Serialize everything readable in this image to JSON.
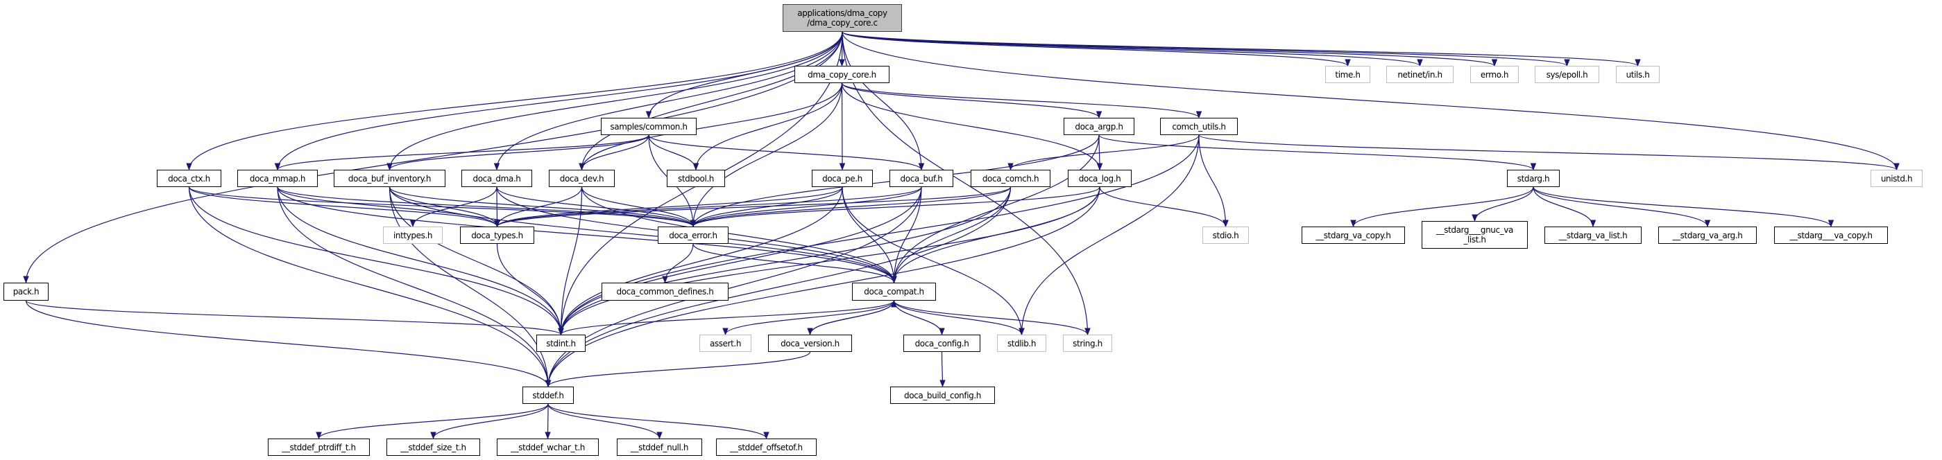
{
  "graph": {
    "edge_color": "#191970",
    "root_fill": "#bfbfbf",
    "external_border": "#bfbfbf",
    "nodes": [
      {
        "id": "root",
        "label": "applications/dma_copy\n/dma_copy_core.c",
        "kind": "root"
      },
      {
        "id": "dma_copy_core_h",
        "label": "dma_copy_core.h",
        "kind": "file"
      },
      {
        "id": "time_h",
        "label": "time.h",
        "kind": "external"
      },
      {
        "id": "netinet_in_h",
        "label": "netinet/in.h",
        "kind": "external"
      },
      {
        "id": "errno_h",
        "label": "errno.h",
        "kind": "external"
      },
      {
        "id": "sys_epoll_h",
        "label": "sys/epoll.h",
        "kind": "external"
      },
      {
        "id": "utils_h",
        "label": "utils.h",
        "kind": "external"
      },
      {
        "id": "samples_common_h",
        "label": "samples/common.h",
        "kind": "file"
      },
      {
        "id": "doca_argp_h",
        "label": "doca_argp.h",
        "kind": "file"
      },
      {
        "id": "comch_utils_h",
        "label": "comch_utils.h",
        "kind": "file"
      },
      {
        "id": "doca_ctx_h",
        "label": "doca_ctx.h",
        "kind": "file"
      },
      {
        "id": "doca_mmap_h",
        "label": "doca_mmap.h",
        "kind": "file"
      },
      {
        "id": "doca_buf_inventory_h",
        "label": "doca_buf_inventory.h",
        "kind": "file"
      },
      {
        "id": "doca_dma_h",
        "label": "doca_dma.h",
        "kind": "file"
      },
      {
        "id": "doca_dev_h",
        "label": "doca_dev.h",
        "kind": "file"
      },
      {
        "id": "stdbool_h",
        "label": "stdbool.h",
        "kind": "file"
      },
      {
        "id": "doca_pe_h",
        "label": "doca_pe.h",
        "kind": "file"
      },
      {
        "id": "doca_buf_h",
        "label": "doca_buf.h",
        "kind": "file"
      },
      {
        "id": "doca_comch_h",
        "label": "doca_comch.h",
        "kind": "file"
      },
      {
        "id": "doca_log_h",
        "label": "doca_log.h",
        "kind": "file"
      },
      {
        "id": "stdarg_h",
        "label": "stdarg.h",
        "kind": "file"
      },
      {
        "id": "unistd_h",
        "label": "unistd.h",
        "kind": "external"
      },
      {
        "id": "inttypes_h",
        "label": "inttypes.h",
        "kind": "external"
      },
      {
        "id": "doca_types_h",
        "label": "doca_types.h",
        "kind": "file"
      },
      {
        "id": "doca_error_h",
        "label": "doca_error.h",
        "kind": "file"
      },
      {
        "id": "stdio_h",
        "label": "stdio.h",
        "kind": "external"
      },
      {
        "id": "stdarg_va_copy_h",
        "label": "__stdarg_va_copy.h",
        "kind": "file"
      },
      {
        "id": "stdarg_gnuc_va_list_h",
        "label": "__stdarg___gnuc_va\n_list.h",
        "kind": "file"
      },
      {
        "id": "stdarg_va_list_h",
        "label": "__stdarg_va_list.h",
        "kind": "file"
      },
      {
        "id": "stdarg_va_arg_h",
        "label": "__stdarg_va_arg.h",
        "kind": "file"
      },
      {
        "id": "stdarg___va_copy_h",
        "label": "__stdarg___va_copy.h",
        "kind": "file"
      },
      {
        "id": "pack_h",
        "label": "pack.h",
        "kind": "file"
      },
      {
        "id": "doca_common_defines_h",
        "label": "doca_common_defines.h",
        "kind": "file"
      },
      {
        "id": "doca_compat_h",
        "label": "doca_compat.h",
        "kind": "file"
      },
      {
        "id": "stdint_h",
        "label": "stdint.h",
        "kind": "file"
      },
      {
        "id": "assert_h",
        "label": "assert.h",
        "kind": "external"
      },
      {
        "id": "doca_version_h",
        "label": "doca_version.h",
        "kind": "file"
      },
      {
        "id": "doca_config_h",
        "label": "doca_config.h",
        "kind": "file"
      },
      {
        "id": "stdlib_h",
        "label": "stdlib.h",
        "kind": "external"
      },
      {
        "id": "string_h",
        "label": "string.h",
        "kind": "external"
      },
      {
        "id": "stddef_h",
        "label": "stddef.h",
        "kind": "file"
      },
      {
        "id": "doca_build_config_h",
        "label": "doca_build_config.h",
        "kind": "file"
      },
      {
        "id": "stddef_ptrdiff_t_h",
        "label": "__stddef_ptrdiff_t.h",
        "kind": "file"
      },
      {
        "id": "stddef_size_t_h",
        "label": "__stddef_size_t.h",
        "kind": "file"
      },
      {
        "id": "stddef_wchar_t_h",
        "label": "__stddef_wchar_t.h",
        "kind": "file"
      },
      {
        "id": "stddef_null_h",
        "label": "__stddef_null.h",
        "kind": "file"
      },
      {
        "id": "stddef_offsetof_h",
        "label": "__stddef_offsetof.h",
        "kind": "file"
      }
    ],
    "edges": [
      [
        "root",
        "dma_copy_core_h"
      ],
      [
        "root",
        "time_h"
      ],
      [
        "root",
        "netinet_in_h"
      ],
      [
        "root",
        "errno_h"
      ],
      [
        "root",
        "sys_epoll_h"
      ],
      [
        "root",
        "utils_h"
      ],
      [
        "root",
        "unistd_h"
      ],
      [
        "root",
        "string_h"
      ],
      [
        "root",
        "pack_h"
      ],
      [
        "root",
        "doca_ctx_h"
      ],
      [
        "root",
        "doca_mmap_h"
      ],
      [
        "root",
        "doca_buf_inventory_h"
      ],
      [
        "root",
        "doca_dma_h"
      ],
      [
        "root",
        "doca_dev_h"
      ],
      [
        "root",
        "samples_common_h"
      ],
      [
        "root",
        "doca_buf_h"
      ],
      [
        "root",
        "stdint_h"
      ],
      [
        "dma_copy_core_h",
        "doca_dev_h"
      ],
      [
        "dma_copy_core_h",
        "stdbool_h"
      ],
      [
        "dma_copy_core_h",
        "doca_error_h"
      ],
      [
        "dma_copy_core_h",
        "doca_pe_h"
      ],
      [
        "dma_copy_core_h",
        "doca_argp_h"
      ],
      [
        "dma_copy_core_h",
        "comch_utils_h"
      ],
      [
        "dma_copy_core_h",
        "doca_log_h"
      ],
      [
        "samples_common_h",
        "doca_mmap_h"
      ],
      [
        "samples_common_h",
        "doca_buf_inventory_h"
      ],
      [
        "samples_common_h",
        "doca_dev_h"
      ],
      [
        "samples_common_h",
        "stdbool_h"
      ],
      [
        "samples_common_h",
        "doca_error_h"
      ],
      [
        "samples_common_h",
        "doca_buf_h"
      ],
      [
        "doca_argp_h",
        "doca_error_h"
      ],
      [
        "doca_argp_h",
        "doca_log_h"
      ],
      [
        "doca_argp_h",
        "doca_compat_h"
      ],
      [
        "doca_argp_h",
        "stdarg_h"
      ],
      [
        "comch_utils_h",
        "doca_comch_h"
      ],
      [
        "comch_utils_h",
        "stdio_h"
      ],
      [
        "comch_utils_h",
        "stdint_h"
      ],
      [
        "comch_utils_h",
        "unistd_h"
      ],
      [
        "comch_utils_h",
        "stdlib_h"
      ],
      [
        "doca_ctx_h",
        "doca_types_h"
      ],
      [
        "doca_ctx_h",
        "doca_error_h"
      ],
      [
        "doca_ctx_h",
        "stddef_h"
      ],
      [
        "doca_ctx_h",
        "stdint_h"
      ],
      [
        "doca_mmap_h",
        "doca_types_h"
      ],
      [
        "doca_mmap_h",
        "doca_error_h"
      ],
      [
        "doca_mmap_h",
        "doca_compat_h"
      ],
      [
        "doca_mmap_h",
        "stdint_h"
      ],
      [
        "doca_mmap_h",
        "stddef_h"
      ],
      [
        "doca_buf_inventory_h",
        "doca_types_h"
      ],
      [
        "doca_buf_inventory_h",
        "doca_error_h"
      ],
      [
        "doca_buf_inventory_h",
        "doca_compat_h"
      ],
      [
        "doca_buf_inventory_h",
        "stdint_h"
      ],
      [
        "doca_buf_inventory_h",
        "stddef_h"
      ],
      [
        "doca_dma_h",
        "inttypes_h"
      ],
      [
        "doca_dma_h",
        "doca_types_h"
      ],
      [
        "doca_dma_h",
        "doca_error_h"
      ],
      [
        "doca_dma_h",
        "doca_compat_h"
      ],
      [
        "doca_dev_h",
        "doca_types_h"
      ],
      [
        "doca_dev_h",
        "doca_error_h"
      ],
      [
        "doca_dev_h",
        "doca_compat_h"
      ],
      [
        "doca_dev_h",
        "stdint_h"
      ],
      [
        "doca_pe_h",
        "doca_types_h"
      ],
      [
        "doca_pe_h",
        "doca_error_h"
      ],
      [
        "doca_pe_h",
        "doca_compat_h"
      ],
      [
        "doca_pe_h",
        "stdint_h"
      ],
      [
        "doca_pe_h",
        "stdlib_h"
      ],
      [
        "doca_buf_h",
        "doca_types_h"
      ],
      [
        "doca_buf_h",
        "doca_error_h"
      ],
      [
        "doca_buf_h",
        "doca_compat_h"
      ],
      [
        "doca_buf_h",
        "stdint_h"
      ],
      [
        "doca_buf_h",
        "stddef_h"
      ],
      [
        "doca_comch_h",
        "doca_types_h"
      ],
      [
        "doca_comch_h",
        "doca_error_h"
      ],
      [
        "doca_comch_h",
        "doca_compat_h"
      ],
      [
        "doca_comch_h",
        "stdint_h"
      ],
      [
        "doca_comch_h",
        "stddef_h"
      ],
      [
        "doca_log_h",
        "doca_error_h"
      ],
      [
        "doca_log_h",
        "doca_compat_h"
      ],
      [
        "doca_log_h",
        "stdio_h"
      ],
      [
        "doca_log_h",
        "stdint_h"
      ],
      [
        "doca_log_h",
        "stddef_h"
      ],
      [
        "doca_types_h",
        "stdint_h"
      ],
      [
        "doca_error_h",
        "doca_common_defines_h"
      ],
      [
        "doca_error_h",
        "doca_compat_h"
      ],
      [
        "doca_compat_h",
        "stdint_h"
      ],
      [
        "doca_compat_h",
        "assert_h"
      ],
      [
        "doca_compat_h",
        "doca_version_h"
      ],
      [
        "doca_compat_h",
        "doca_config_h"
      ],
      [
        "doca_compat_h",
        "stdlib_h"
      ],
      [
        "doca_compat_h",
        "string_h"
      ],
      [
        "doca_version_h",
        "doca_compat_h"
      ],
      [
        "doca_version_h",
        "stddef_h"
      ],
      [
        "doca_config_h",
        "doca_build_config_h"
      ],
      [
        "pack_h",
        "stdint_h"
      ],
      [
        "pack_h",
        "stddef_h"
      ],
      [
        "stdarg_h",
        "stdarg_va_copy_h"
      ],
      [
        "stdarg_h",
        "stdarg_gnuc_va_list_h"
      ],
      [
        "stdarg_h",
        "stdarg_va_list_h"
      ],
      [
        "stdarg_h",
        "stdarg_va_arg_h"
      ],
      [
        "stdarg_h",
        "stdarg___va_copy_h"
      ],
      [
        "stddef_h",
        "stddef_ptrdiff_t_h"
      ],
      [
        "stddef_h",
        "stddef_size_t_h"
      ],
      [
        "stddef_h",
        "stddef_wchar_t_h"
      ],
      [
        "stddef_h",
        "stddef_null_h"
      ],
      [
        "stddef_h",
        "stddef_offsetof_h"
      ]
    ]
  }
}
